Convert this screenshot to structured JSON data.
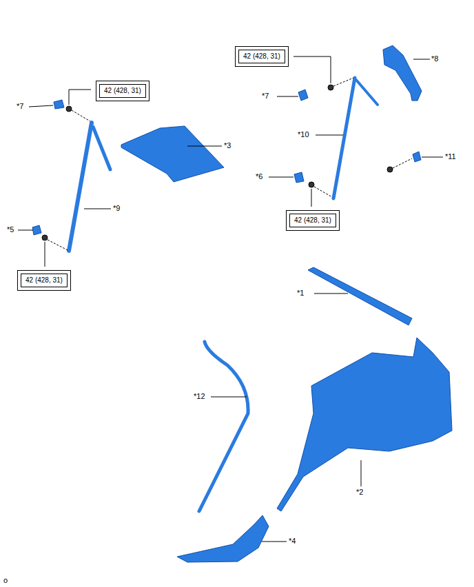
{
  "diagram": {
    "nodes": [
      {
        "text": [
          "42 (428, 31)"
        ]
      },
      {
        "text": [
          "42 (428, 31)"
        ]
      },
      {
        "text": [
          "42 (428, 31)"
        ]
      },
      {
        "text": [
          "42 (428, 31)"
        ]
      }
    ],
    "labels": [
      "*8",
      "*7",
      "*7",
      "*3",
      "*10",
      "*6",
      "*11",
      "*9",
      "*5",
      "*1",
      "*12",
      "*2",
      "*4",
      "o"
    ]
  }
}
